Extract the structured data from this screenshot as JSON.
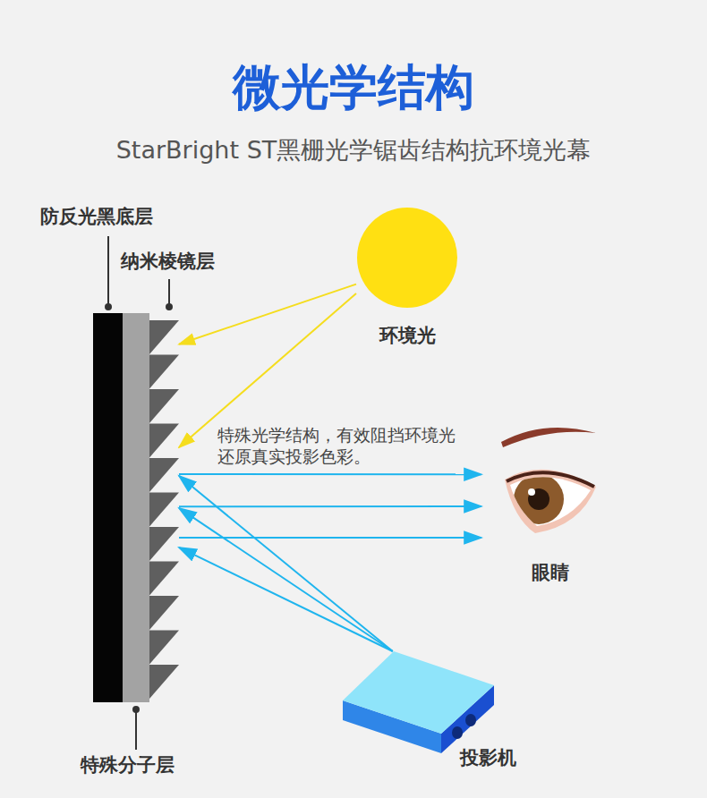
{
  "diagram": {
    "title": "微光学结构",
    "nodes": [
      {
        "text": [
          "防反光黑底层",
          "纳米棱镜层",
          "特殊分子层"
        ]
      },
      {
        "text": [
          "环境光"
        ]
      },
      {
        "text": [
          "眼睛"
        ]
      },
      {
        "text": [
          "投影机"
        ]
      }
    ],
    "edges": [
      {
        "from": 1,
        "to": 0,
        "arrow": "to"
      },
      {
        "from": 1,
        "to": 0,
        "arrow": "to"
      },
      {
        "from": 3,
        "to": 0,
        "arrow": "to"
      },
      {
        "from": 3,
        "to": 0,
        "arrow": "to"
      },
      {
        "from": 3,
        "to": 0,
        "arrow": "to"
      },
      {
        "from": 0,
        "to": 2,
        "arrow": "to"
      },
      {
        "from": 0,
        "to": 2,
        "arrow": "to"
      },
      {
        "from": 0,
        "to": 2,
        "arrow": "to"
      }
    ],
    "labels": [
      "StarBright ST黑栅光学锯齿结构抗环境光幕",
      "特殊光学结构，有效阻挡环境光还原真实投影色彩。"
    ]
  }
}
